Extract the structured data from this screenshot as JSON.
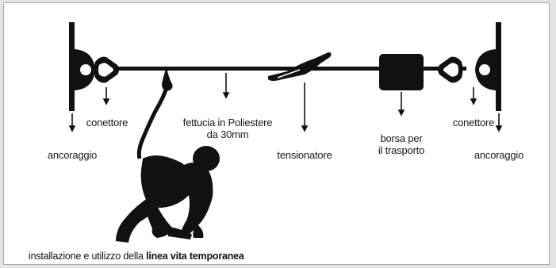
{
  "labels": {
    "anchor_left": "ancoraggio",
    "connector_left": "conettore",
    "webbing_line1": "fettucia in Poliestere",
    "webbing_line2": "da 30mm",
    "tensioner": "tensionatore",
    "bag_line1": "borsa per",
    "bag_line2": "il trasporto",
    "connector_right": "conettore",
    "anchor_right": "ancoraggio"
  },
  "caption": {
    "prefix": "installazione e utilizzo della ",
    "emphasis": "linea vita temporanea"
  },
  "colors": {
    "ink": "#111111",
    "background": "#ffffff",
    "frame": "#a8a8a8"
  }
}
